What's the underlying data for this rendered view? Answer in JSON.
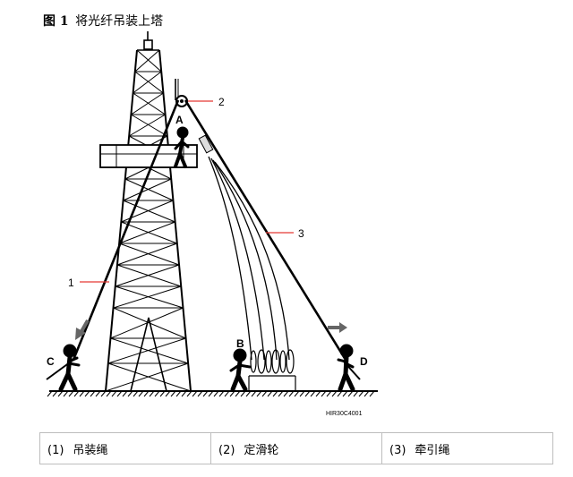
{
  "caption": {
    "label": "图 1",
    "text": "将光纤吊装上塔"
  },
  "diagram": {
    "callouts": {
      "n1": "1",
      "n2": "2",
      "n3": "3",
      "A": "A",
      "B": "B",
      "C": "C",
      "D": "D"
    },
    "figure_code": "HIR30C4001",
    "colors": {
      "callout_line": "#e53935",
      "arrow": "#666666",
      "structure": "#000000"
    }
  },
  "legend": [
    {
      "num": "(1)",
      "text": "吊装绳"
    },
    {
      "num": "(2)",
      "text": "定滑轮"
    },
    {
      "num": "(3)",
      "text": "牵引绳"
    }
  ]
}
